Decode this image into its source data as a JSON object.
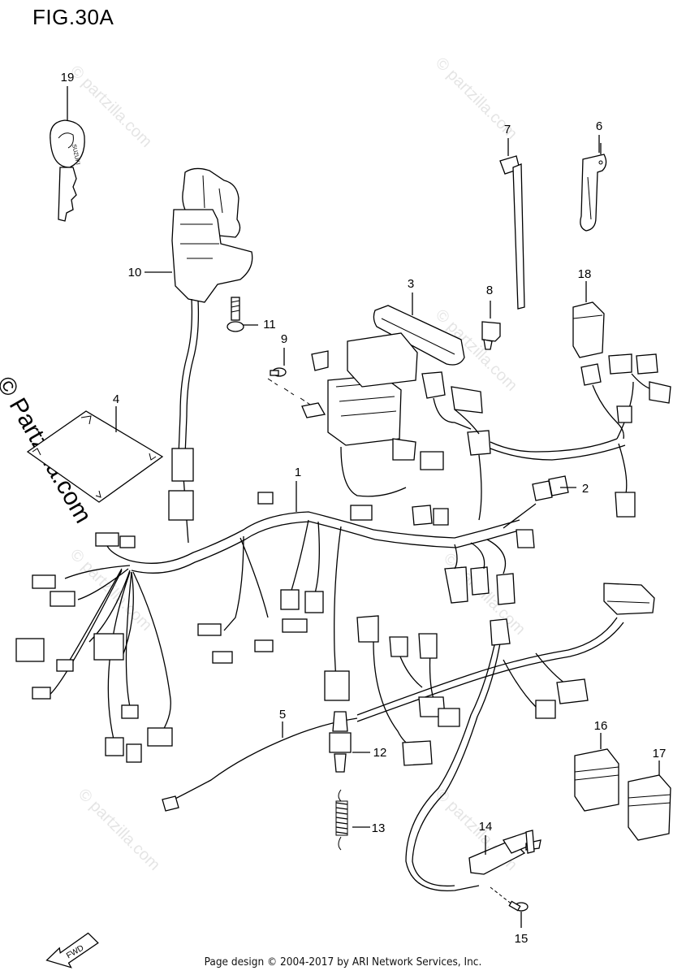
{
  "figure": {
    "title": "FIG.30A",
    "footer": "Page design © 2004-2017 by ARI Network Services, Inc.",
    "watermark": "© Partzilla.com",
    "watermark_small": "© partzilla.com",
    "key_brand": "SUZUKI",
    "fwd_label": "FWD"
  },
  "callouts": [
    {
      "num": "1",
      "label": "1"
    },
    {
      "num": "2",
      "label": "2"
    },
    {
      "num": "3",
      "label": "3"
    },
    {
      "num": "4",
      "label": "4"
    },
    {
      "num": "5",
      "label": "5"
    },
    {
      "num": "6",
      "label": "6"
    },
    {
      "num": "7",
      "label": "7"
    },
    {
      "num": "8",
      "label": "8"
    },
    {
      "num": "9",
      "label": "9"
    },
    {
      "num": "10",
      "label": "10"
    },
    {
      "num": "11",
      "label": "11"
    },
    {
      "num": "12",
      "label": "12"
    },
    {
      "num": "13",
      "label": "13"
    },
    {
      "num": "14",
      "label": "14"
    },
    {
      "num": "15",
      "label": "15"
    },
    {
      "num": "16",
      "label": "16"
    },
    {
      "num": "17",
      "label": "17"
    },
    {
      "num": "18",
      "label": "18"
    },
    {
      "num": "19",
      "label": "19"
    }
  ]
}
